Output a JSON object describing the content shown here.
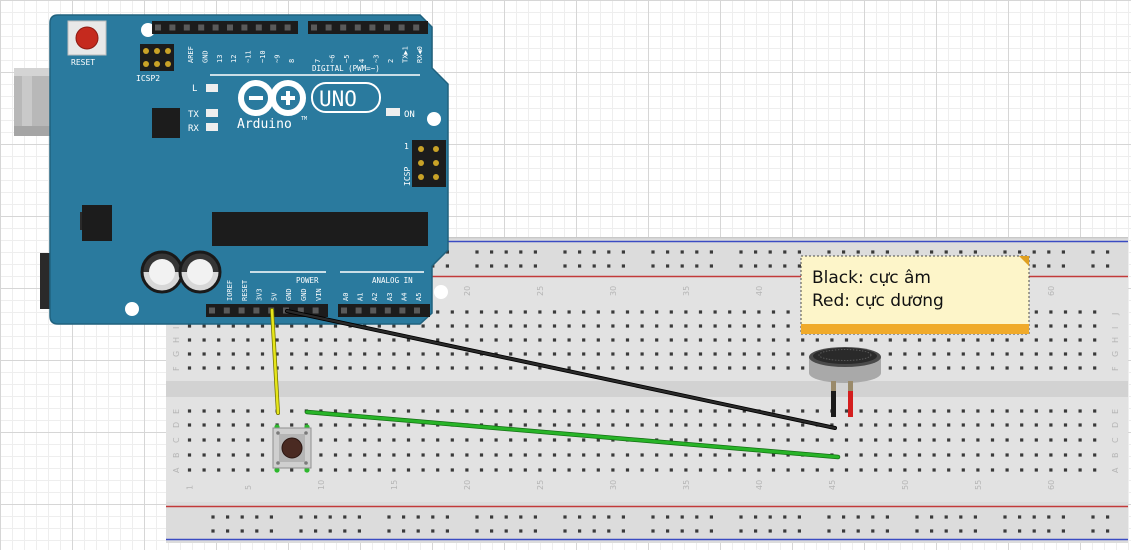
{
  "arduino": {
    "reset_label": "RESET",
    "icsp2_label": "ICSP2",
    "icsp_label": "ICSP",
    "icsp_pin1": "1",
    "on_label": "ON",
    "l_label": "L",
    "tx_label": "TX",
    "rx_label": "RX",
    "logo_text": "Arduino",
    "tm_mark": "TM",
    "uno_text": "UNO",
    "digital_label": "DIGITAL (PWM=~)",
    "power_label": "POWER",
    "analog_label": "ANALOG IN",
    "digital_pins": [
      "AREF",
      "GND",
      "13",
      "12",
      "~11",
      "~10",
      "~9",
      "8",
      "7",
      "~6",
      "~5",
      "4",
      "~3",
      "2",
      "TX▶1",
      "RX◀0"
    ],
    "power_pins": [
      "IOREF",
      "RESET",
      "3V3",
      "5V",
      "GND",
      "GND",
      "VIN"
    ],
    "analog_pins": [
      "A0",
      "A1",
      "A2",
      "A3",
      "A4",
      "A5"
    ],
    "color_board": "#2a7a9e"
  },
  "breadboard": {
    "column_numbers": [
      "1",
      "5",
      "10",
      "15",
      "20",
      "25",
      "30",
      "35",
      "40",
      "45",
      "50",
      "55",
      "60"
    ],
    "row_letters_top": [
      "J",
      "I",
      "H",
      "G",
      "F"
    ],
    "row_letters_bottom": [
      "E",
      "D",
      "C",
      "B",
      "A"
    ]
  },
  "wires": {
    "yellow": "#e6e61a",
    "black": "#1a1a1a",
    "green": "#28b428"
  },
  "note": {
    "line1": "Black: cực âm",
    "line2": "Red: cực dương",
    "color_bg": "#fdf5c9",
    "color_band": "#f0aa2a"
  }
}
